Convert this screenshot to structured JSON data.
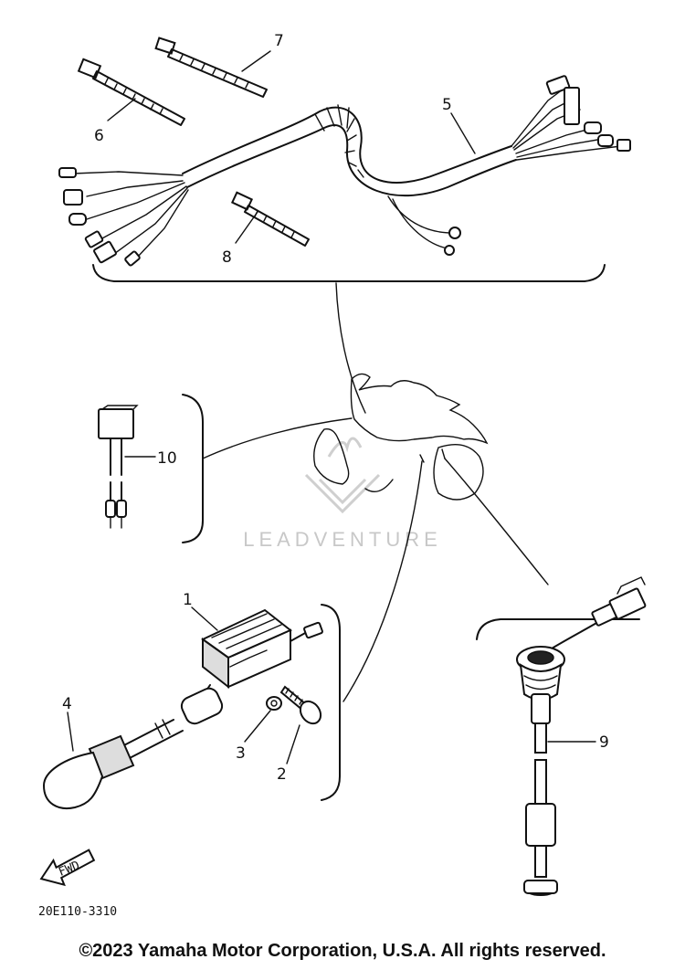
{
  "callouts": [
    "1",
    "2",
    "3",
    "4",
    "5",
    "6",
    "7",
    "8",
    "9",
    "10"
  ],
  "diagram_code": "20E110-3310",
  "watermark": "LEADVENTURE",
  "fwd_label": "FWD",
  "copyright": "©2023 Yamaha Motor Corporation, U.S.A. All rights reserved."
}
